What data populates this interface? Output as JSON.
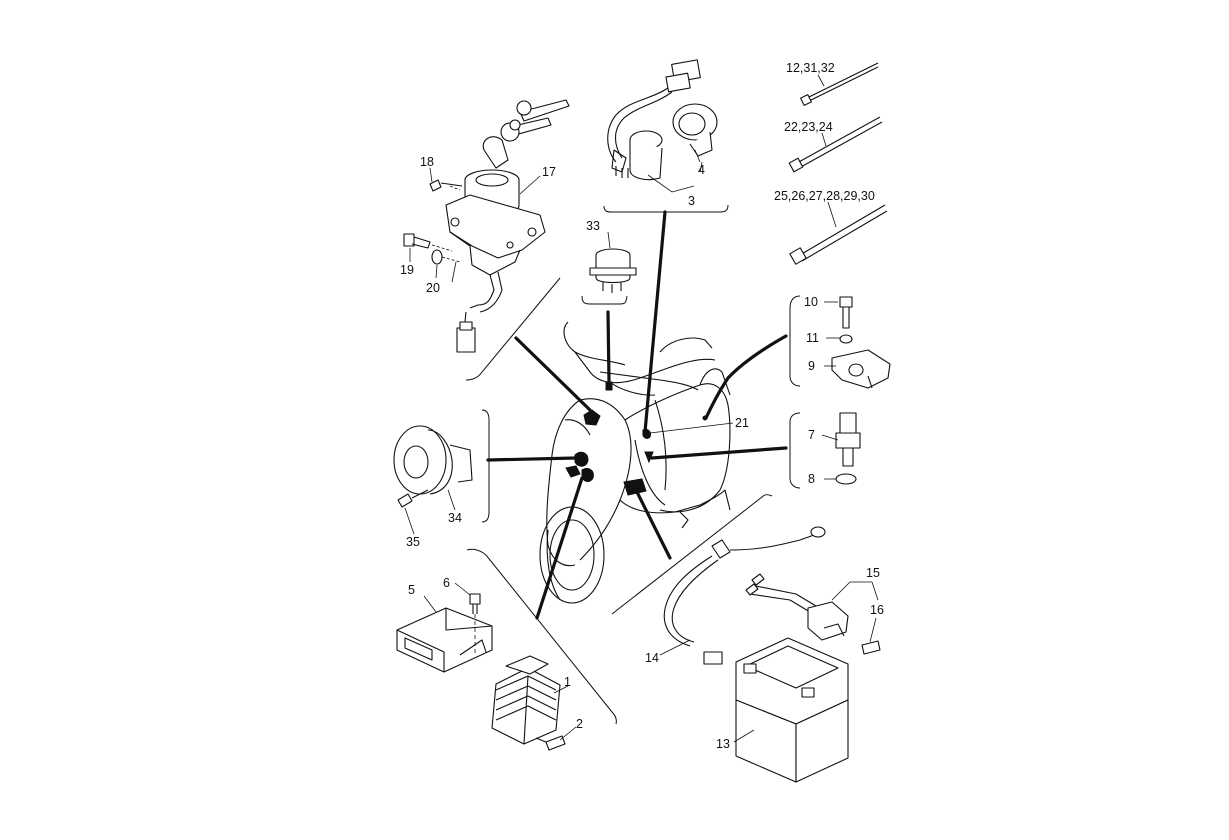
{
  "callouts": [
    {
      "id": "c1",
      "text": "1"
    },
    {
      "id": "c2",
      "text": "2"
    },
    {
      "id": "c3",
      "text": "3"
    },
    {
      "id": "c4",
      "text": "4"
    },
    {
      "id": "c5",
      "text": "5"
    },
    {
      "id": "c6",
      "text": "6"
    },
    {
      "id": "c7",
      "text": "7"
    },
    {
      "id": "c8",
      "text": "8"
    },
    {
      "id": "c9",
      "text": "9"
    },
    {
      "id": "c10",
      "text": "10"
    },
    {
      "id": "c11",
      "text": "11"
    },
    {
      "id": "c12",
      "text": "12,31,32"
    },
    {
      "id": "c13",
      "text": "13"
    },
    {
      "id": "c14",
      "text": "14"
    },
    {
      "id": "c15",
      "text": "15"
    },
    {
      "id": "c16",
      "text": "16"
    },
    {
      "id": "c17",
      "text": "17"
    },
    {
      "id": "c18",
      "text": "18"
    },
    {
      "id": "c19",
      "text": "19"
    },
    {
      "id": "c20",
      "text": "20"
    },
    {
      "id": "c21",
      "text": "21"
    },
    {
      "id": "c22",
      "text": "22,23,24"
    },
    {
      "id": "c25",
      "text": "25,26,27,28,29,30"
    },
    {
      "id": "c33",
      "text": "33"
    },
    {
      "id": "c34",
      "text": "34"
    },
    {
      "id": "c35",
      "text": "35"
    }
  ]
}
